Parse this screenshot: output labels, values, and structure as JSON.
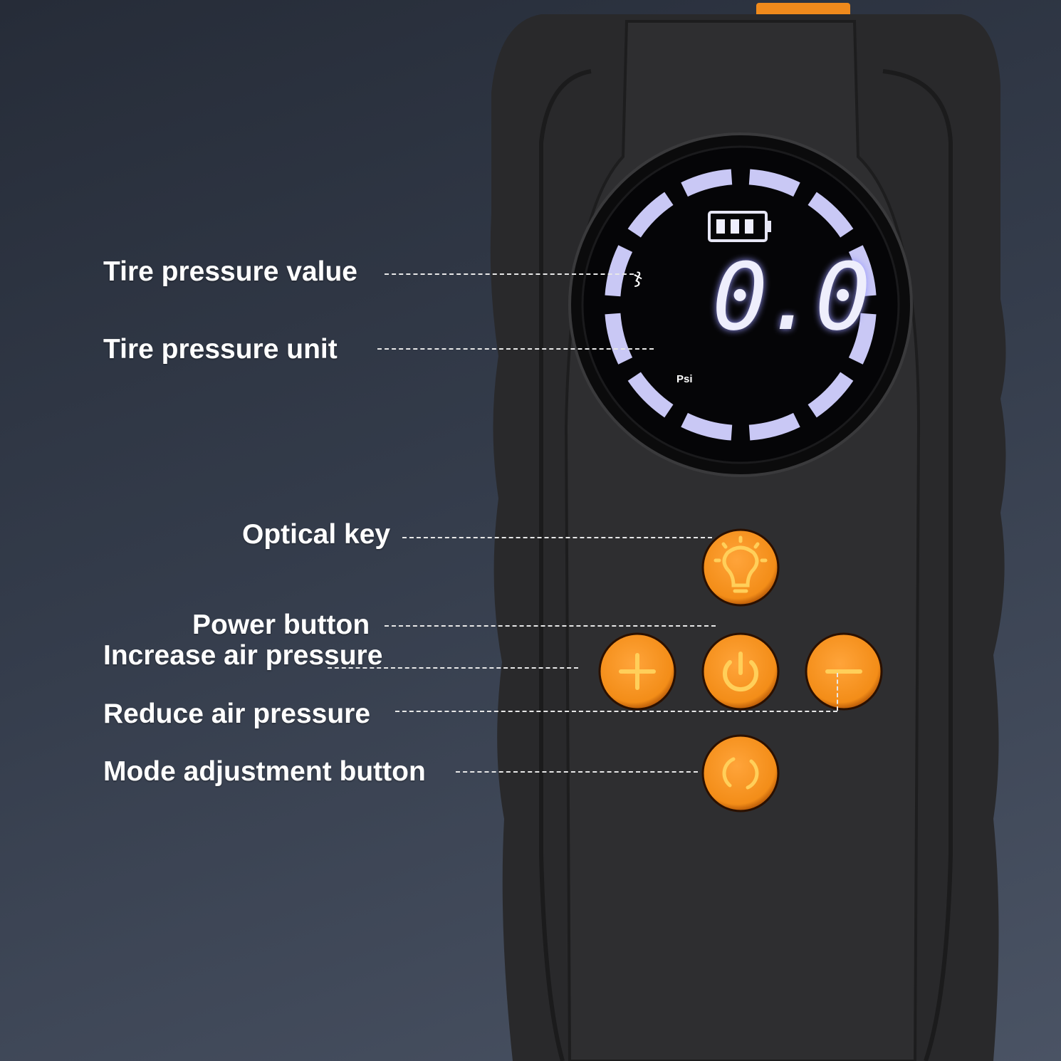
{
  "display": {
    "pressure_value": "0.0",
    "unit": "Psi",
    "battery_bars": 3,
    "ring_segments": 12
  },
  "annotations": {
    "tire_pressure_value": "Tire pressure value",
    "tire_pressure_unit": "Tire pressure unit",
    "optical_key": "Optical key",
    "power_button": "Power button",
    "increase_air_pressure": "Increase air pressure",
    "reduce_air_pressure": "Reduce air pressure",
    "mode_adjustment_button": "Mode adjustment button"
  },
  "icons": {
    "light": "lightbulb-icon",
    "plus": "plus-icon",
    "power": "power-icon",
    "minus": "minus-icon",
    "mode": "cycle-icon",
    "battery": "battery-icon",
    "bike": "bicycle-icon"
  },
  "colors": {
    "button": "#f7931e",
    "body": "#2b2b2d",
    "ring": "#c9c8f5"
  }
}
